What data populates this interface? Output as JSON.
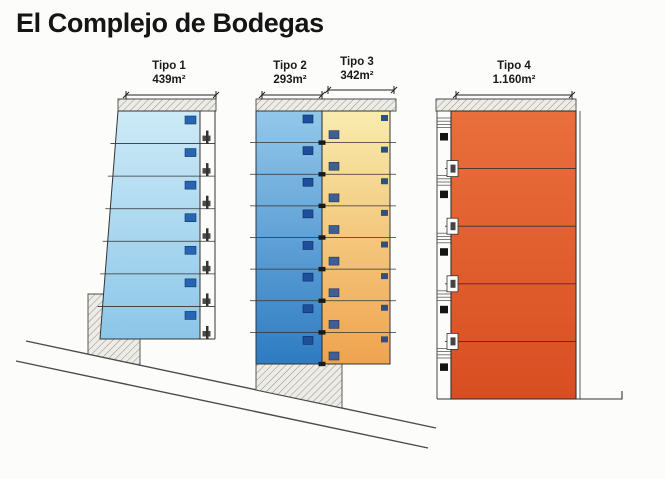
{
  "title": "El Complejo de Bodegas",
  "units": [
    {
      "label": "Tipo 1",
      "area": "439m²",
      "color": "#8cc6e8"
    },
    {
      "label": "Tipo 2",
      "area": "293m²",
      "color": "#2e7bc2"
    },
    {
      "label": "Tipo 3",
      "area": "342m²",
      "color": "#efa34e"
    },
    {
      "label": "Tipo 4",
      "area": "1.160m²",
      "color": "#d84e22"
    }
  ],
  "colors": {
    "hatch_fill": "#edece6",
    "outline": "#333333",
    "background": "#fcfcfa"
  }
}
